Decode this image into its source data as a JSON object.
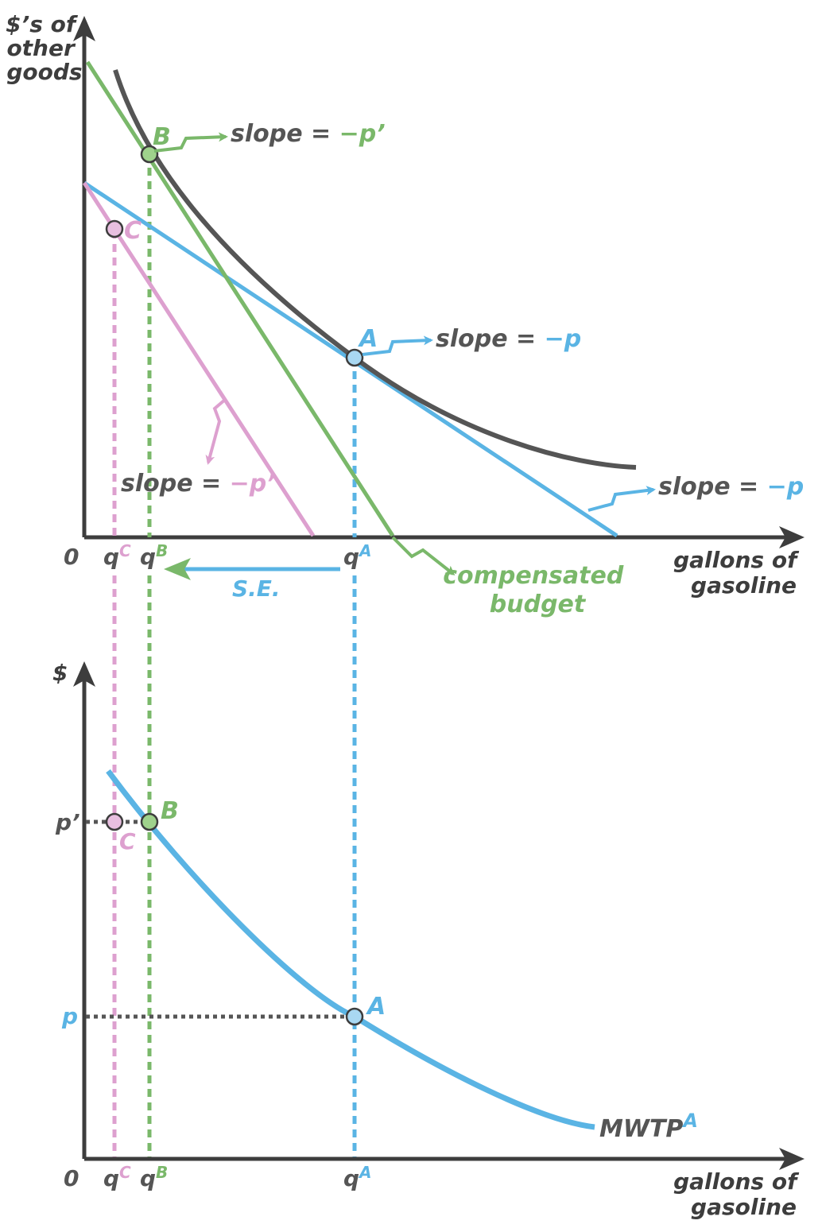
{
  "colors": {
    "axis": "#3d3d3d",
    "indifference": "#555555",
    "blue": "#5ab4e4",
    "green": "#7ab86a",
    "pink": "#dda0cf",
    "dotted_gray": "#555555"
  },
  "top_panel": {
    "y_axis_label": [
      "$’s of",
      "other",
      "goods"
    ],
    "x_axis_label": [
      "gallons of",
      "gasoline"
    ],
    "origin": "0",
    "x_ticks": {
      "qC": {
        "base": "q",
        "sup": "C"
      },
      "qB": {
        "base": "q",
        "sup": "B"
      },
      "qA": {
        "base": "q",
        "sup": "A"
      }
    },
    "points": {
      "A": "A",
      "B": "B",
      "C": "C"
    },
    "annotations": {
      "slope_green_prefix": "slope = ",
      "slope_green_value": "−p’",
      "slope_blue_a_prefix": "slope = ",
      "slope_blue_a_value": "−p",
      "slope_pink_prefix": "slope = ",
      "slope_pink_value": "−p’",
      "slope_blue_right_prefix": "slope = ",
      "slope_blue_right_value": "−p",
      "compensated_budget": [
        "compensated",
        "budget"
      ],
      "substitution_effect": "S.E."
    }
  },
  "bottom_panel": {
    "y_axis_label": "$",
    "x_axis_label": [
      "gallons of",
      "gasoline"
    ],
    "origin": "0",
    "y_ticks": {
      "p_prime": "p’",
      "p": "p"
    },
    "x_ticks": {
      "qC": {
        "base": "q",
        "sup": "C"
      },
      "qB": {
        "base": "q",
        "sup": "B"
      },
      "qA": {
        "base": "q",
        "sup": "A"
      }
    },
    "points": {
      "A": "A",
      "B": "B",
      "C": "C"
    },
    "curve_label": {
      "base": "MWTP",
      "sup": "A"
    }
  }
}
